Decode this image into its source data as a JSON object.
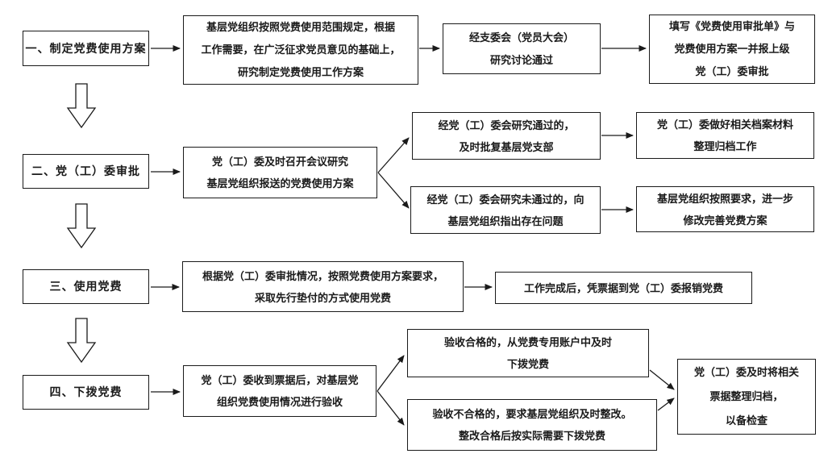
{
  "diagram": {
    "type": "flowchart",
    "colors": {
      "border": "#1a1a1a",
      "background": "#ffffff",
      "text": "#1a1a1a"
    },
    "stages": {
      "s1": {
        "label": "一、制定党费使用方案"
      },
      "s2": {
        "label": "二、党（工）委审批"
      },
      "s3": {
        "label": "三、使用党费"
      },
      "s4": {
        "label": "四、下拨党费"
      }
    },
    "nodes": {
      "s1_plan": {
        "text": "基层党组织按照党费使用范围规定，根据\n工作需要，在广泛征求党员意见的基础上，\n研究制定党费使用工作方案"
      },
      "s1_discuss": {
        "text": "经支委会（党员大会）\n研究讨论通过"
      },
      "s1_submit": {
        "text": "填写《党费使用审批单》与\n党费使用方案一并报上级\n党（工）委审批"
      },
      "s2_meeting": {
        "text": "党（工）委及时召开会议研究\n基层党组织报送的党费使用方案"
      },
      "s2_approved": {
        "text": "经党（工）委会研究通过的，\n及时批复基层党支部"
      },
      "s2_archive": {
        "text": "党（工）委做好相关档案材料\n整理归档工作"
      },
      "s2_rejected": {
        "text": "经党（工）委会研究未通过的，向\n基层党组织指出存在问题"
      },
      "s2_revise": {
        "text": "基层党组织按照要求，进一步\n修改完善党费方案"
      },
      "s3_advance": {
        "text": "根据党（工）委审批情况，按照党费使用方案要求，\n采取先行垫付的方式使用党费"
      },
      "s3_reimburse": {
        "text": "工作完成后，凭票据到党（工）委报销党费"
      },
      "s4_check": {
        "text": "党（工）委收到票据后，对基层党\n组织党费使用情况进行验收"
      },
      "s4_pass": {
        "text": "验收合格的，从党费专用账户中及时\n下拨党费"
      },
      "s4_fail": {
        "text": "验收不合格的，要求基层党组织及时整改。\n整改合格后按实际需要下拨党费"
      },
      "s4_file": {
        "text": "党（工）委及时将相关\n票据整理归档，\n以备检查"
      }
    },
    "edges": [
      {
        "from": "s1",
        "to": "s1_plan"
      },
      {
        "from": "s1_plan",
        "to": "s1_discuss"
      },
      {
        "from": "s1_discuss",
        "to": "s1_submit"
      },
      {
        "from": "s1",
        "to": "s2",
        "style": "block-down-arrow"
      },
      {
        "from": "s2",
        "to": "s2_meeting"
      },
      {
        "from": "s2_meeting",
        "to": "s2_approved"
      },
      {
        "from": "s2_meeting",
        "to": "s2_rejected"
      },
      {
        "from": "s2_approved",
        "to": "s2_archive"
      },
      {
        "from": "s2_rejected",
        "to": "s2_revise"
      },
      {
        "from": "s2",
        "to": "s3",
        "style": "block-down-arrow"
      },
      {
        "from": "s3",
        "to": "s3_advance"
      },
      {
        "from": "s3_advance",
        "to": "s3_reimburse"
      },
      {
        "from": "s3",
        "to": "s4",
        "style": "block-down-arrow"
      },
      {
        "from": "s4",
        "to": "s4_check"
      },
      {
        "from": "s4_check",
        "to": "s4_pass"
      },
      {
        "from": "s4_check",
        "to": "s4_fail"
      },
      {
        "from": "s4_pass",
        "to": "s4_file"
      },
      {
        "from": "s4_fail",
        "to": "s4_file"
      }
    ]
  }
}
